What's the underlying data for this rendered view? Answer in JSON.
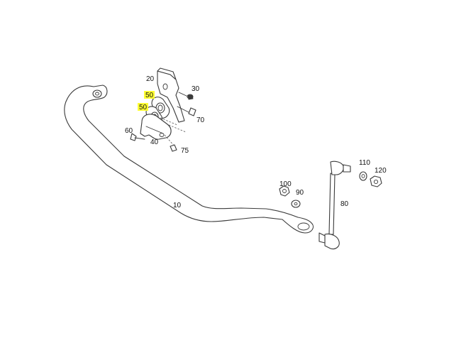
{
  "diagram": {
    "highlight_color": "#ffff33",
    "labels": {
      "p10": "10",
      "p20": "20",
      "p30": "30",
      "p40": "40",
      "p50a": "50",
      "p50b": "50",
      "p60": "60",
      "p70": "70",
      "p75": "75",
      "p80": "80",
      "p90": "90",
      "p100": "100",
      "p110": "110",
      "p120": "120"
    }
  }
}
